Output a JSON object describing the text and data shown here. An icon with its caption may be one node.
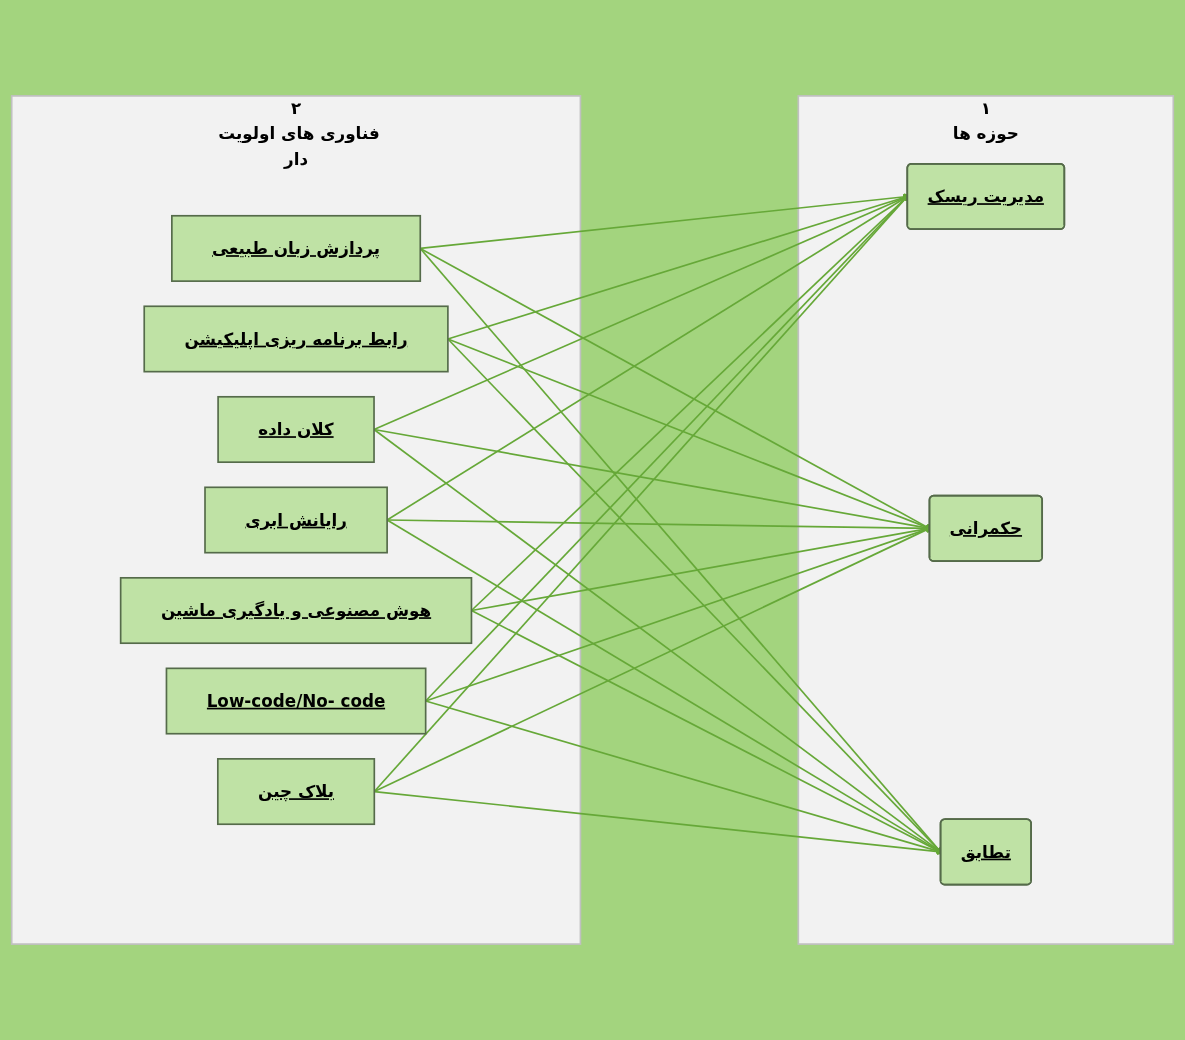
{
  "diagram": {
    "nodes": [
      {
        "text": [
          "۱",
          "حوزه ها"
        ]
      },
      {
        "text": [
          "مدیریت ریسک"
        ],
        "in": 0
      },
      {
        "text": [
          "حکمرانی"
        ],
        "in": 0
      },
      {
        "text": [
          "تطابق"
        ],
        "in": 0
      },
      {
        "text": [
          "۲",
          "فناوری های اولویت دار"
        ]
      },
      {
        "text": [
          "پردازش زبان طبیعی"
        ],
        "in": 4
      },
      {
        "text": [
          "رابط برنامه ریزی اپلیکیشن"
        ],
        "in": 4
      },
      {
        "text": [
          "کلان داده"
        ],
        "in": 4
      },
      {
        "text": [
          "رایانش ابری"
        ],
        "in": 4
      },
      {
        "text": [
          "هوش مصنوعی و یادگیری ماشین"
        ],
        "in": 4
      },
      {
        "text": [
          "Low-code/No- code"
        ],
        "in": 4
      },
      {
        "text": [
          "بلاک چین"
        ],
        "in": 4
      }
    ],
    "edges": [
      {
        "from": 5,
        "to": 1,
        "arrow": "to"
      },
      {
        "from": 5,
        "to": 2,
        "arrow": "to"
      },
      {
        "from": 5,
        "to": 3,
        "arrow": "to"
      },
      {
        "from": 6,
        "to": 1,
        "arrow": "to"
      },
      {
        "from": 6,
        "to": 2,
        "arrow": "to"
      },
      {
        "from": 6,
        "to": 3,
        "arrow": "to"
      },
      {
        "from": 7,
        "to": 1,
        "arrow": "to"
      },
      {
        "from": 7,
        "to": 2,
        "arrow": "to"
      },
      {
        "from": 7,
        "to": 3,
        "arrow": "to"
      },
      {
        "from": 8,
        "to": 1,
        "arrow": "to"
      },
      {
        "from": 8,
        "to": 2,
        "arrow": "to"
      },
      {
        "from": 8,
        "to": 3,
        "arrow": "to"
      },
      {
        "from": 9,
        "to": 1,
        "arrow": "to"
      },
      {
        "from": 9,
        "to": 2,
        "arrow": "to"
      },
      {
        "from": 9,
        "to": 3,
        "arrow": "to"
      },
      {
        "from": 10,
        "to": 1,
        "arrow": "to"
      },
      {
        "from": 10,
        "to": 2,
        "arrow": "to"
      },
      {
        "from": 10,
        "to": 3,
        "arrow": "to"
      },
      {
        "from": 11,
        "to": 1,
        "arrow": "to"
      },
      {
        "from": 11,
        "to": 2,
        "arrow": "to"
      },
      {
        "from": 11,
        "to": 3,
        "arrow": "to"
      }
    ]
  }
}
